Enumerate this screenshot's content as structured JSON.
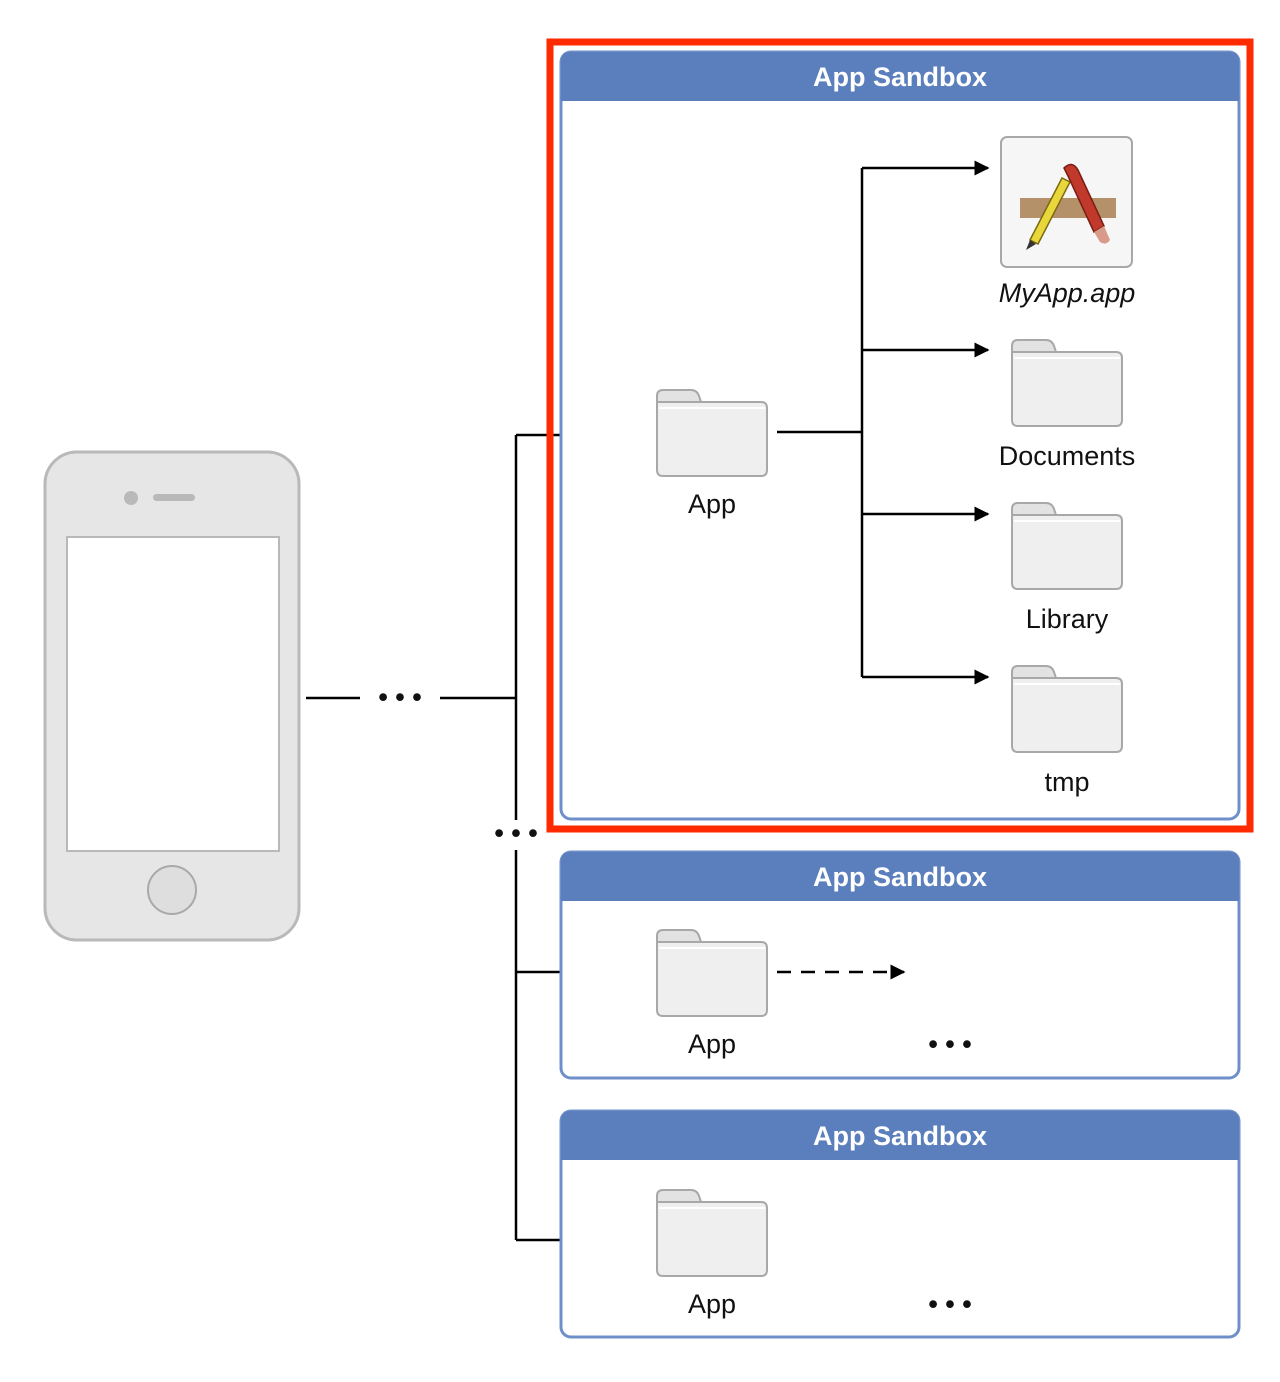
{
  "sandboxes": [
    {
      "title": "App Sandbox",
      "app_label": "App",
      "children": [
        {
          "label": "MyApp.app",
          "icon": "app-bundle-icon"
        },
        {
          "label": "Documents",
          "icon": "folder-icon"
        },
        {
          "label": "Library",
          "icon": "folder-icon"
        },
        {
          "label": "tmp",
          "icon": "folder-icon"
        }
      ]
    },
    {
      "title": "App Sandbox",
      "app_label": "App",
      "ellipsis": "• • •"
    },
    {
      "title": "App Sandbox",
      "app_label": "App",
      "ellipsis": "• • •"
    }
  ],
  "ellipsis": "• • •",
  "colors": {
    "header": "#5b7fbd",
    "border": "#6f8fca",
    "highlight": "#ff2a00",
    "device": "#e6e6e6",
    "folder": "#efefef"
  }
}
